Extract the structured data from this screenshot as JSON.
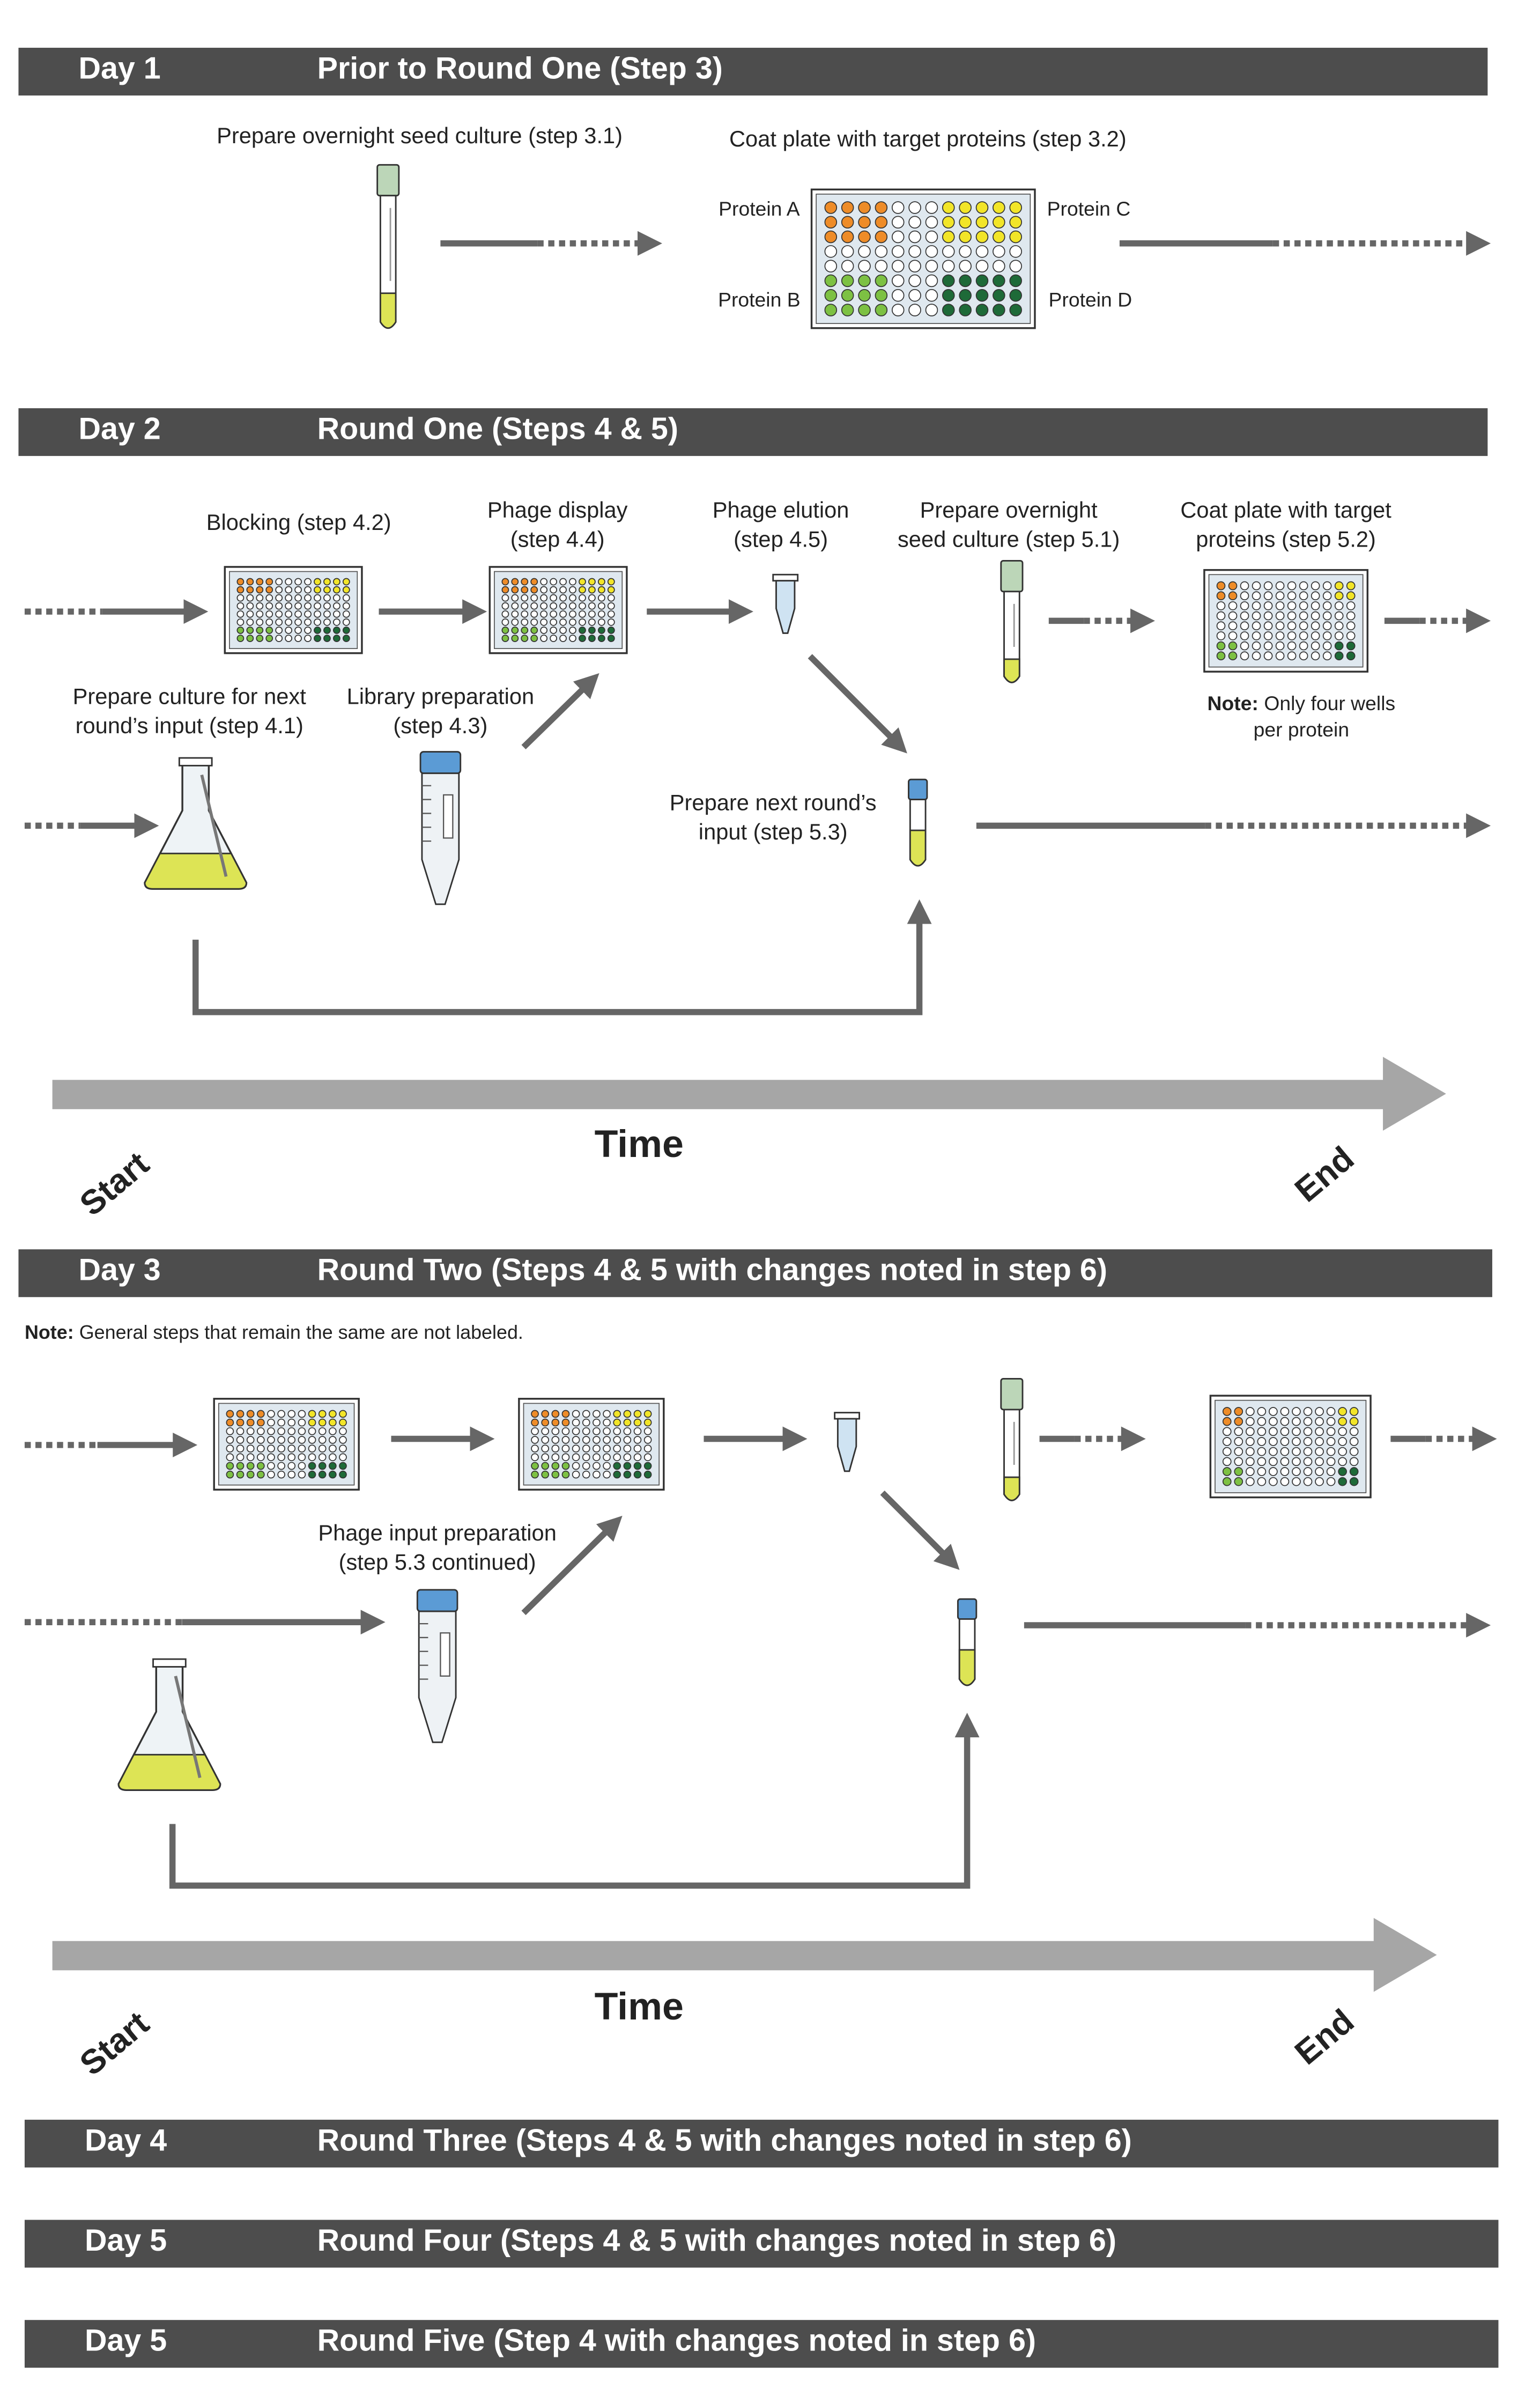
{
  "colors": {
    "bar": "#4d4d4d",
    "arrow": "#666666",
    "timeline": "#a6a6a6",
    "orange": "#ee8c28",
    "yellow": "#f2e528",
    "light_green": "#7dc143",
    "dark_green": "#1e6a38",
    "liquid": "#dde455",
    "tube_cap_blue": "#5b9bd5",
    "tube_cap_green": "#bcd6b8"
  },
  "day1": {
    "bar": {
      "day": "Day 1",
      "title": "Prior to Round One (Step 3)"
    },
    "seed_label": "Prepare overnight seed culture (step 3.1)",
    "coat_label": "Coat plate with target proteins (step 3.2)",
    "protein_a": "Protein A",
    "protein_b": "Protein B",
    "protein_c": "Protein C",
    "protein_d": "Protein D"
  },
  "day2": {
    "bar": {
      "day": "Day 2",
      "title": "Round One (Steps 4 & 5)"
    },
    "blocking": "Blocking (step 4.2)",
    "phage_display_1": "Phage display",
    "phage_display_2": "(step 4.4)",
    "phage_elution_1": "Phage elution",
    "phage_elution_2": "(step 4.5)",
    "seed_1": "Prepare overnight",
    "seed_2": "seed culture (step 5.1)",
    "coat_1": "Coat plate with target",
    "coat_2": "proteins (step 5.2)",
    "culture_1": "Prepare culture for next",
    "culture_2": "round’s input (step 4.1)",
    "library_1": "Library preparation",
    "library_2": "(step 4.3)",
    "next_input_1": "Prepare next round’s",
    "next_input_2": "input (step 5.3)",
    "note_bold": "Note:",
    "note_1": "Only four wells",
    "note_2": "per protein"
  },
  "timeline1": {
    "start": "Start",
    "time": "Time",
    "end": "End"
  },
  "day3": {
    "bar": {
      "day": "Day 3",
      "title": "Round Two (Steps 4 & 5 with changes noted in step 6)"
    },
    "note_bold": "Note:",
    "note_text": "General steps that remain the same are not labeled.",
    "phage_input_1": "Phage input preparation",
    "phage_input_2": "(step 5.3 continued)"
  },
  "timeline2": {
    "start": "Start",
    "time": "Time",
    "end": "End"
  },
  "day4": {
    "day": "Day 4",
    "title": "Round Three (Steps 4 & 5 with changes noted in step 6)"
  },
  "day5a": {
    "day": "Day 5",
    "title": "Round Four (Steps 4 & 5 with changes noted in step 6)"
  },
  "day5b": {
    "day": "Day 5",
    "title": "Round Five (Step 4 with changes noted in step 6)"
  }
}
